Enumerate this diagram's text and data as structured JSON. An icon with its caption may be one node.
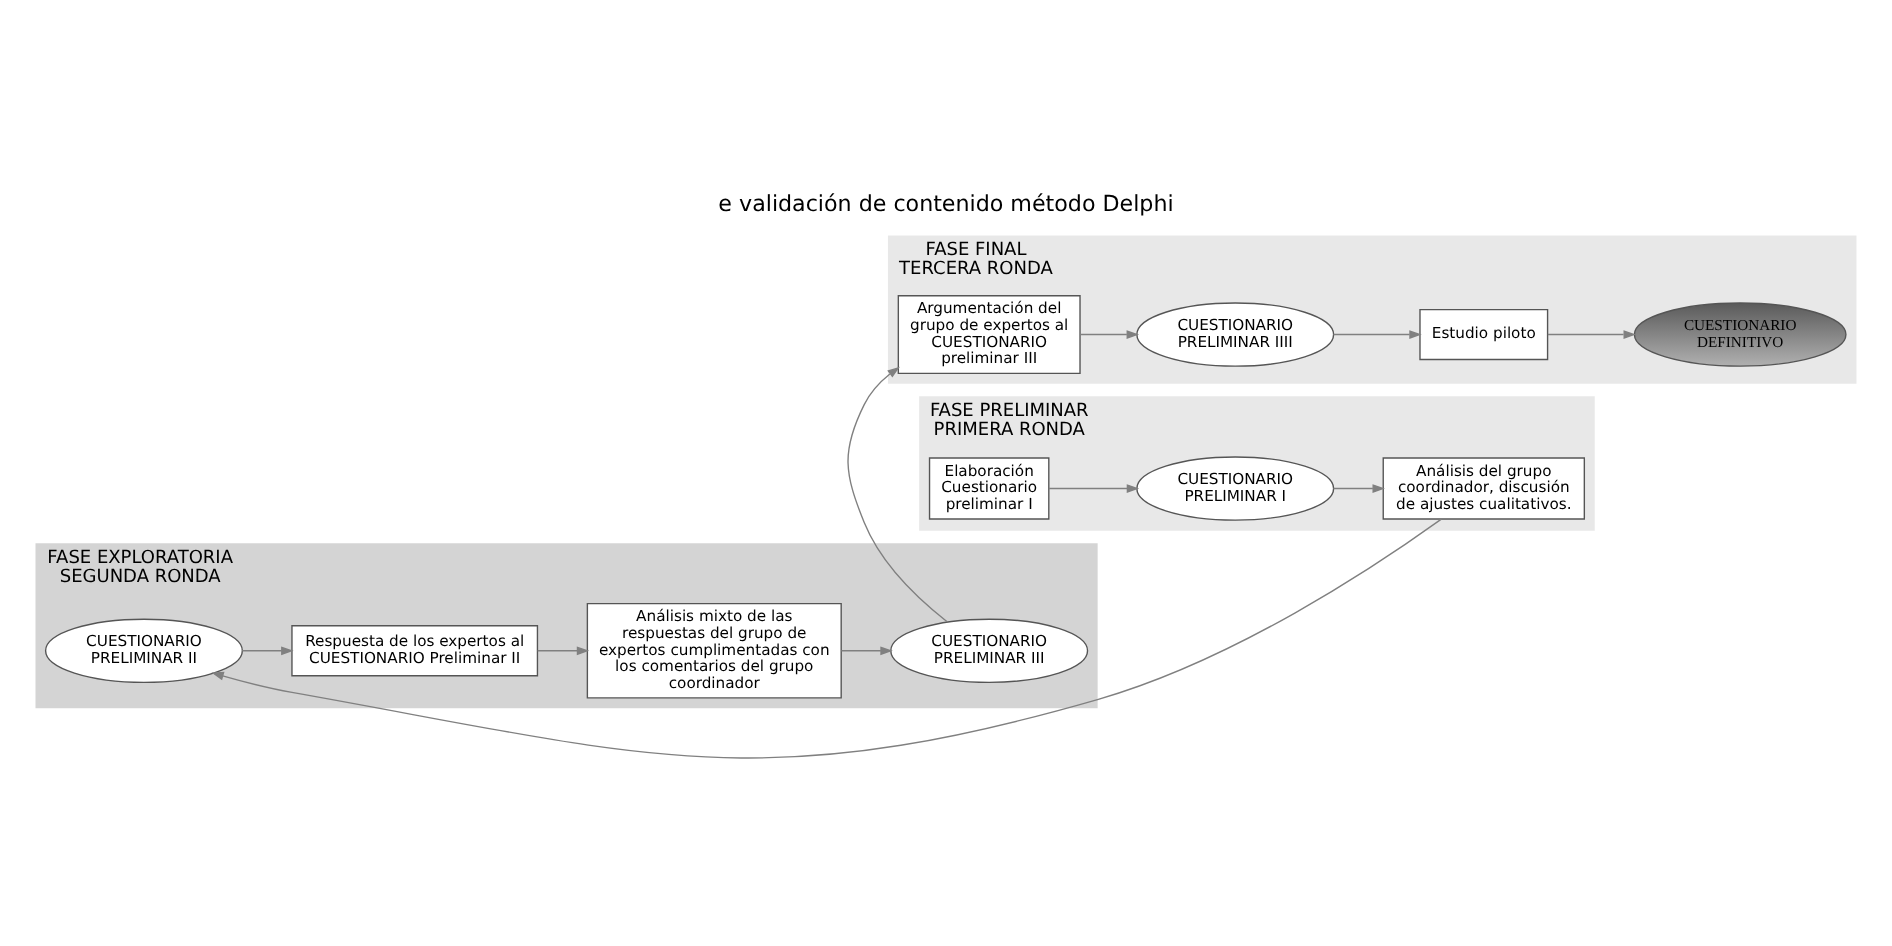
{
  "diagram": {
    "title": "e validación de contenido método Delphi",
    "nodes": [
      {
        "text": [
          "FASE PRELIMINAR",
          "PRIMERA RONDA"
        ]
      },
      {
        "text": [
          "Elaboración Cuestionario preliminar I"
        ],
        "in": 0
      },
      {
        "text": [
          "CUESTIONARIO PRELIMINAR I"
        ],
        "in": 0
      },
      {
        "text": [
          "Análisis del grupo coordinador, discusión de ajustes cualitativos."
        ],
        "in": 0
      },
      {
        "text": [
          "FASE EXPLORATORIA",
          "SEGUNDA RONDA"
        ]
      },
      {
        "text": [
          "CUESTIONARIO PRELIMINAR III"
        ],
        "in": 4
      },
      {
        "text": [
          "Respuesta de los expertos al CUESTIONARIO Preliminar II"
        ],
        "in": 4
      },
      {
        "text": [
          "Análisis mixto de las respuestas del grupo de expertos cumplimentadas con los comentarios del grupo coordinador"
        ],
        "in": 4
      },
      {
        "text": [
          "CUESTIONARIO PRELIMINAR II"
        ],
        "in": 4
      },
      {
        "text": [
          "FASE FINAL",
          "TERCERA RONDA"
        ]
      },
      {
        "text": [
          "Argumentación del grupo de expertos al CUESTIONARIO preliminar III"
        ],
        "in": 9
      },
      {
        "text": [
          "CUESTIONARIO PRELIMINAR IIII"
        ],
        "in": 9
      },
      {
        "text": [
          "Estudio piloto"
        ],
        "in": 9
      },
      {
        "text": [
          "CUESTIONARIO DEFINITIVO"
        ],
        "in": 9
      }
    ],
    "edges": [
      {
        "from": 1,
        "to": 2,
        "arrow": "to"
      },
      {
        "from": 2,
        "to": 3,
        "arrow": "to"
      },
      {
        "from": 3,
        "to": 8,
        "arrow": "to"
      },
      {
        "from": 8,
        "to": 6,
        "arrow": "to"
      },
      {
        "from": 6,
        "to": 7,
        "arrow": "to"
      },
      {
        "from": 7,
        "to": 5,
        "arrow": "to"
      },
      {
        "from": 5,
        "to": 10,
        "arrow": "to"
      },
      {
        "from": 10,
        "to": 11,
        "arrow": "to"
      },
      {
        "from": 11,
        "to": 12,
        "arrow": "to"
      },
      {
        "from": 12,
        "to": 13,
        "arrow": "to"
      }
    ]
  }
}
